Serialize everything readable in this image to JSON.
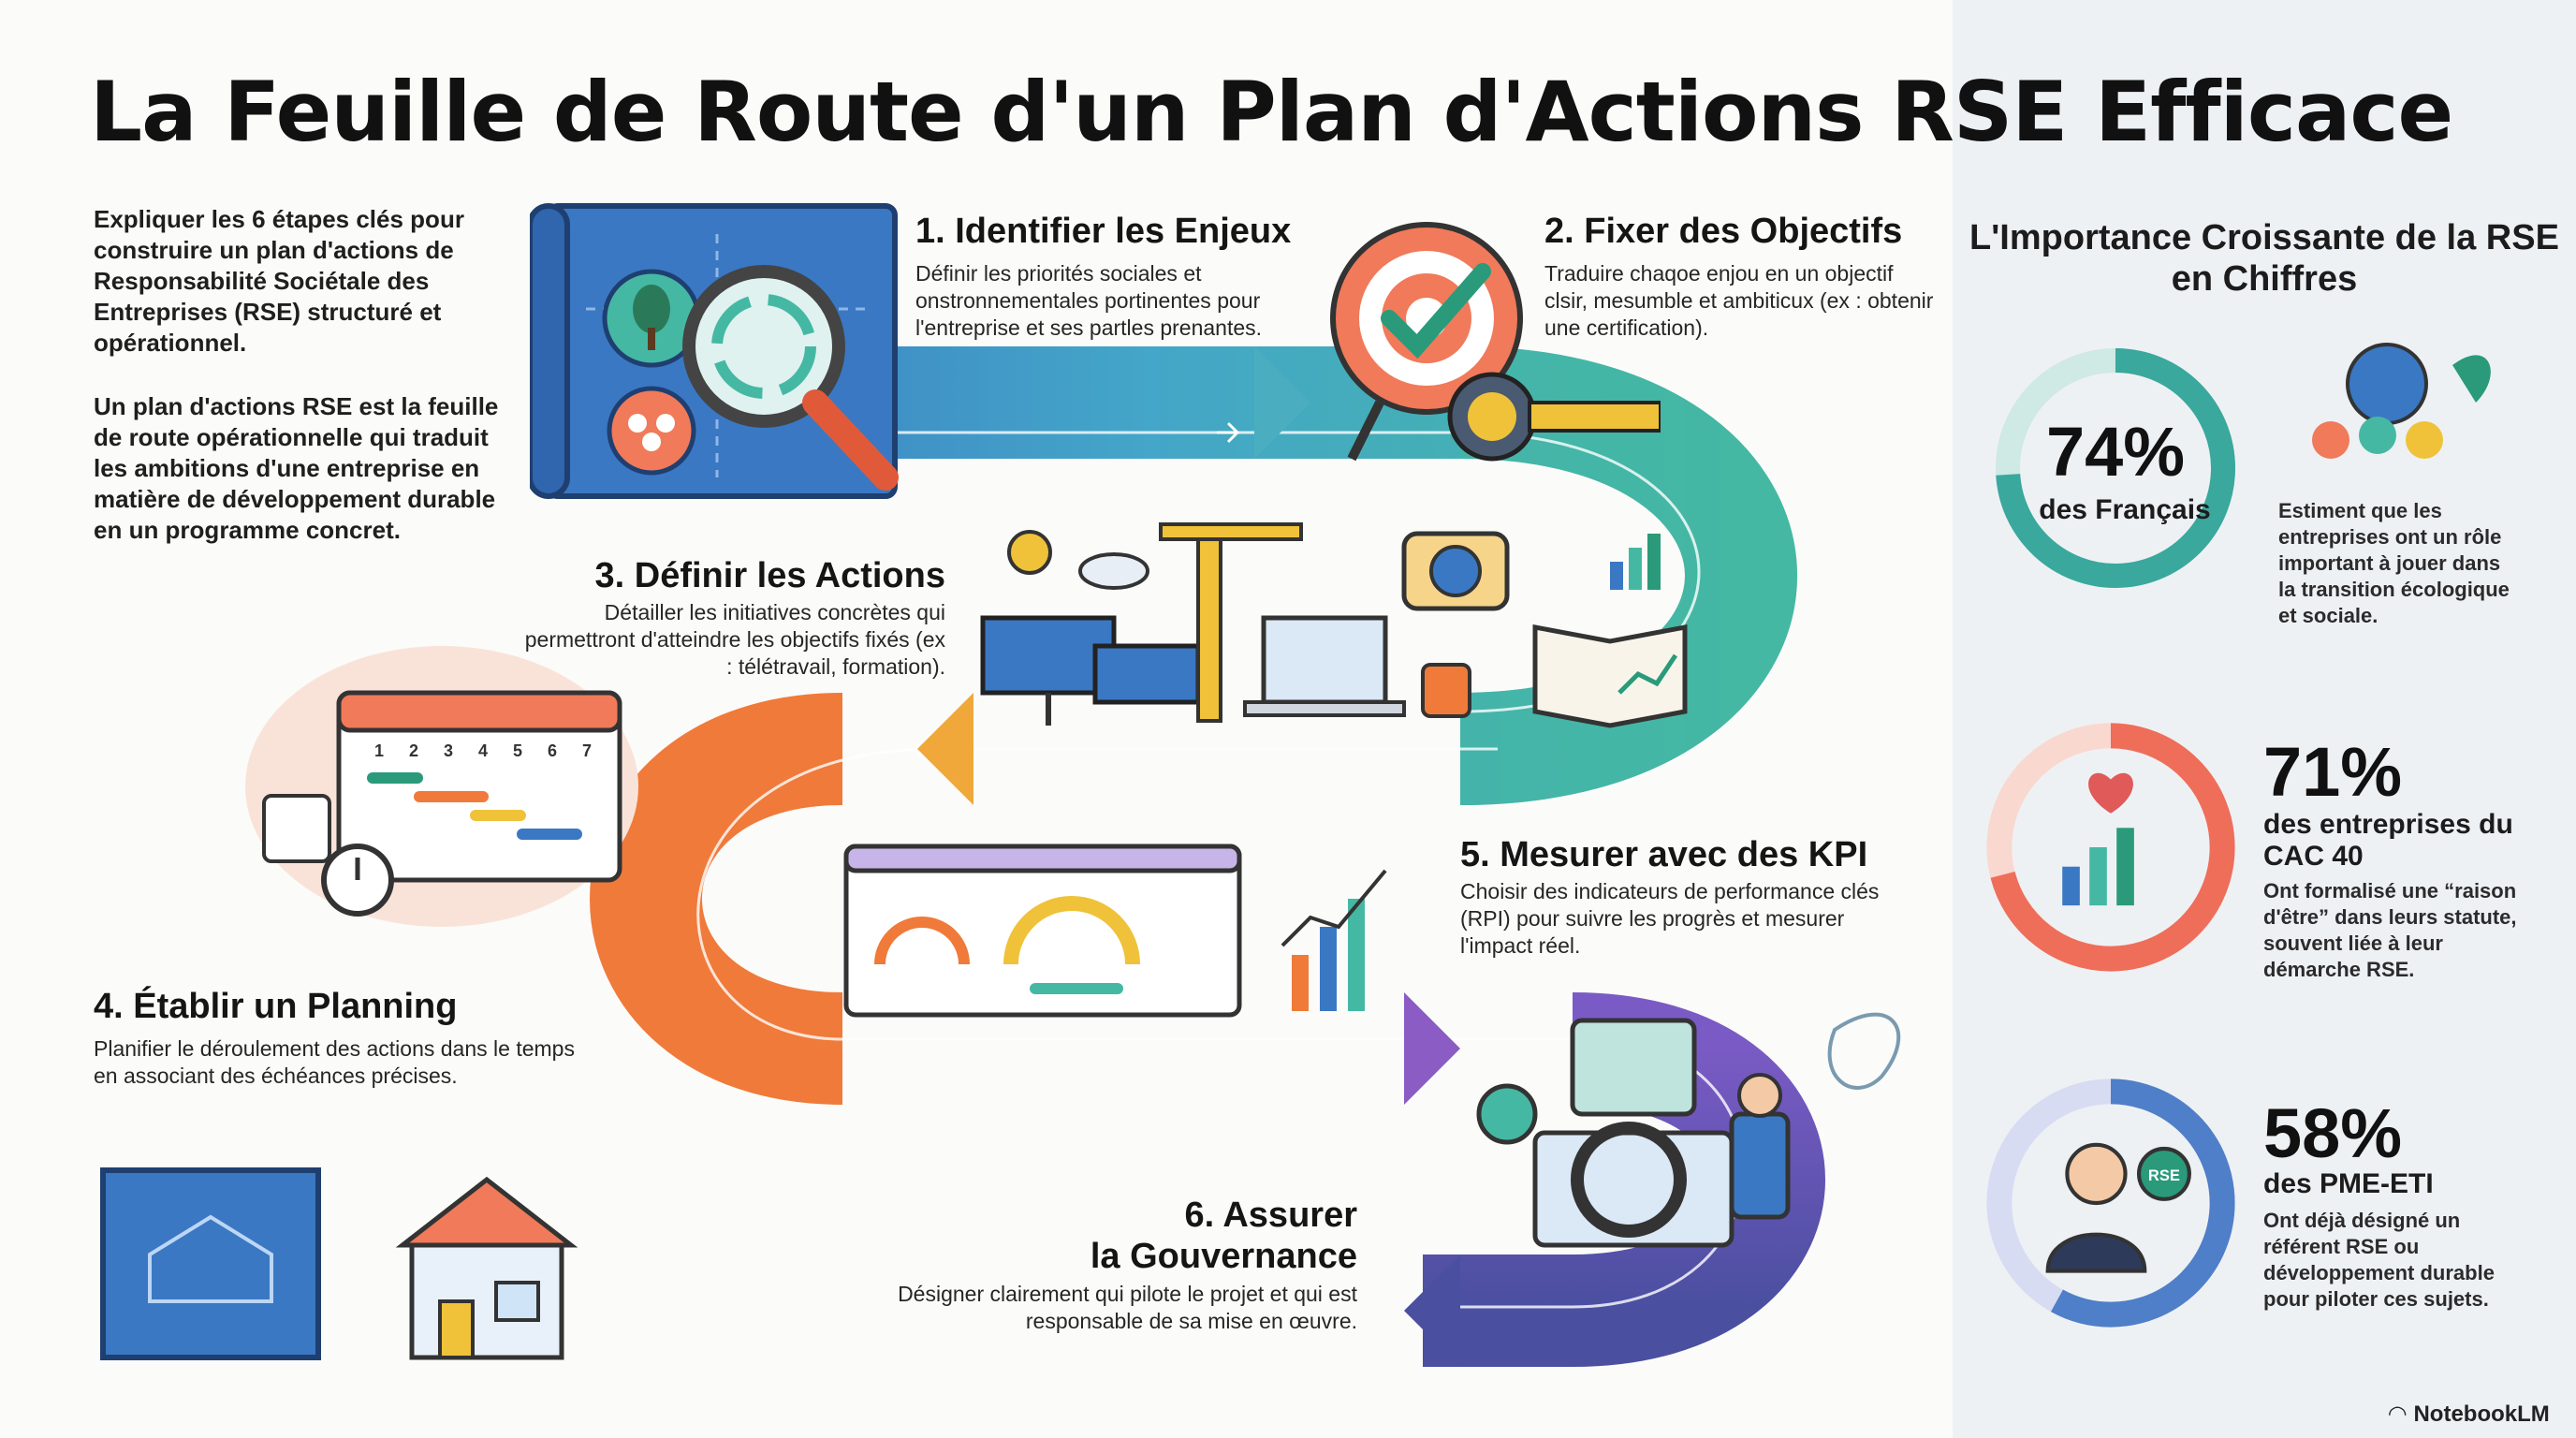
{
  "title": "La Feuille de Route d'un Plan d'Actions RSE Efficace",
  "intro": {
    "p1": "Expliquer les 6 étapes clés pour construire un plan d'actions de Responsabilité Sociétale des Entreprises (RSE) structuré et opérationnel.",
    "p2": "Un plan d'actions RSE est la feuille de route opérationnelle qui traduit les ambitions d'une entreprise en matière de développement durable en un programme concret."
  },
  "steps": [
    {
      "title": "1. Identifier les Enjeux",
      "desc": "Définir les priorités sociales et onstronnementales portinentes pour l'entreprise et ses partles prenantes."
    },
    {
      "title": "2. Fixer des Objectifs",
      "desc": "Traduire chaqoe enjou en un objectif clsir, mesumble et ambiticux (ex : obtenir une certification)."
    },
    {
      "title": "3. Définir les Actions",
      "desc": "Détailler les initiatives concrètes qui permettront d'atteindre les objectifs fixés (ex : télétravail, formation)."
    },
    {
      "title": "4. Établir un Planning",
      "desc": "Planifier le déroulement des actions dans le temps en associant des échéances précises."
    },
    {
      "title": "5. Mesurer avec des KPI",
      "desc": "Choisir des indicateurs de performance clés (RPI) pour suivre les progrès et mesurer l'impact réel."
    },
    {
      "title_l1": "6. Assurer",
      "title_l2": "la Gouvernance",
      "desc": "Désigner clairement qui pilote le projet et qui est responsable de sa mise en œuvre."
    }
  ],
  "calendar_days": [
    "1",
    "2",
    "3",
    "4",
    "5",
    "6",
    "7"
  ],
  "stats": {
    "title": "L'Importance Croissante de la RSE en Chiffres",
    "items": [
      {
        "pct": "74%",
        "label": "des Français",
        "desc": "Estiment que les entreprises ont un rôle important à jouer dans la transition écologique et sociale.",
        "fraction": 0.74,
        "color": "#3aa89c"
      },
      {
        "pct": "71%",
        "label": "des entreprises du CAC 40",
        "desc": "Ont formalisé une “raison d'être” dans leurs statute, souvent liée à leur démarche RSE.",
        "fraction": 0.71,
        "color": "#ee6e5a"
      },
      {
        "pct": "58%",
        "label": "des PME-ETI",
        "desc": "Ont déjà désigné un référent RSE ou développement durable pour piloter ces sujets.",
        "fraction": 0.58,
        "color": "#4f7fc8"
      }
    ]
  },
  "badge_text": "RSE",
  "brand": "NotebookLM",
  "colors": {
    "road_blue": "#3a78c4",
    "road_teal": "#45b8a3",
    "road_yellow": "#f0c23a",
    "road_orange": "#f07a3a",
    "road_purple": "#8a5cc4",
    "road_indigo": "#4a4fa0"
  },
  "icons": [
    "blueprint-icon",
    "magnifier-recycle-icon",
    "target-icon",
    "tape-measure-icon",
    "solar-panel-icon",
    "crane-icon",
    "laptop-icon",
    "chat-globe-icon",
    "book-chart-icon",
    "calendar-gantt-icon",
    "clock-icon",
    "dashboard-icon",
    "bar-chart-icon",
    "steering-wheel-icon",
    "team-screen-icon",
    "house-icon",
    "globe-people-icon",
    "heart-growth-icon",
    "businessman-icon",
    "leaf-icon"
  ]
}
